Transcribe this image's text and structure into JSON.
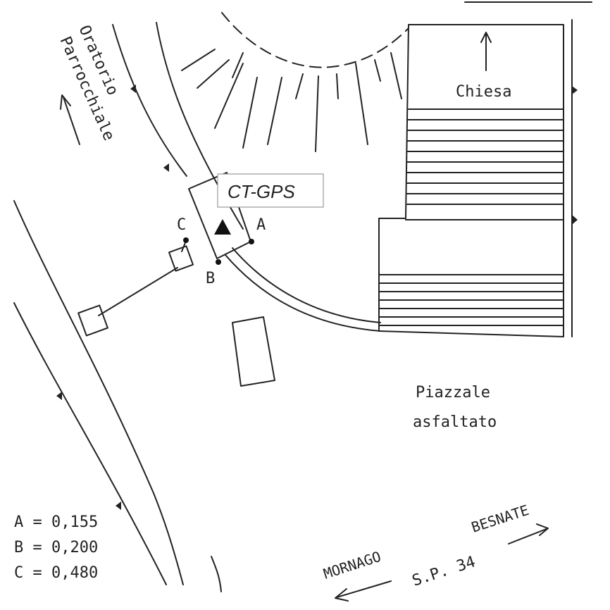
{
  "labels": {
    "oratorio_line1": "Oratorio",
    "oratorio_line2": "Parrocchiale",
    "chiesa": "Chiesa",
    "station": "CT-GPS",
    "point_a": "A",
    "point_b": "B",
    "point_c": "C",
    "piazzale_line1": "Piazzale",
    "piazzale_line2": "asfaltato",
    "besnate": "BESNATE",
    "mornago": "MORNAGO",
    "road": "S.P. 34"
  },
  "measurements": [
    {
      "point": "A",
      "value": "0,155",
      "text": "A = 0,155"
    },
    {
      "point": "B",
      "value": "0,200",
      "text": "B = 0,200"
    },
    {
      "point": "C",
      "value": "0,480",
      "text": "C = 0,480"
    }
  ],
  "colors": {
    "ink": "#222222",
    "paper": "#ffffff",
    "station_box_border": "#999999"
  }
}
